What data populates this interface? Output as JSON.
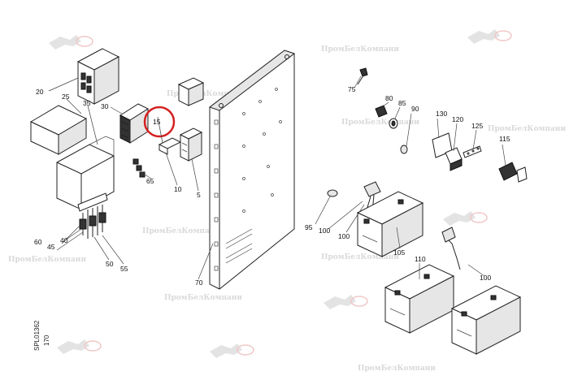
{
  "callouts": {
    "c5": "5",
    "c10": "10",
    "c15": "15",
    "c20": "20",
    "c25": "25",
    "c30": "30",
    "c35": "35",
    "c40": "40",
    "c45": "45",
    "c50": "50",
    "c55": "55",
    "c60": "60",
    "c65": "65",
    "c70": "70",
    "c75": "75",
    "c80": "80",
    "c85": "85",
    "c90": "90",
    "c95": "95",
    "c100a": "100",
    "c100b": "100",
    "c100c": "100",
    "c105": "105",
    "c110": "110",
    "c115": "115",
    "c120": "120",
    "c125": "125",
    "c130": "130"
  },
  "drawing_code": "SPL01362",
  "sheet_number": "170",
  "watermark_text": "ПромБелКомпани",
  "highlight_color": "#d42020"
}
